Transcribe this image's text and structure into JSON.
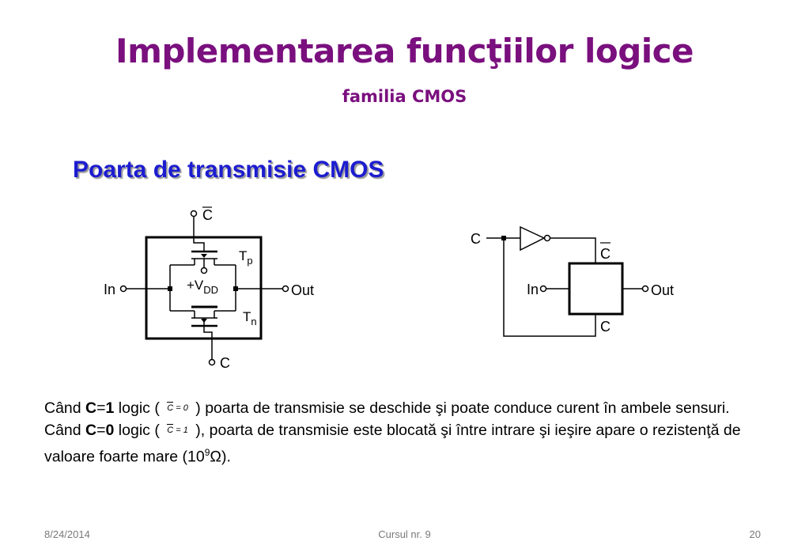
{
  "slide": {
    "title": "Implementarea funcţiilor logice",
    "subtitle": "familia CMOS",
    "section_heading": "Poarta de transmisie CMOS"
  },
  "diagram_left": {
    "control_top": "C",
    "control_bottom": "C",
    "input": "In",
    "output": "Out",
    "supply": "+V",
    "supply_sub": "DD",
    "tp": "T",
    "tp_sub": "p",
    "tn": "T",
    "tn_sub": "n"
  },
  "diagram_right": {
    "control": "C",
    "gate_top": "C",
    "gate_bottom": "C",
    "input": "In",
    "output": "Out"
  },
  "text": {
    "p1_a": "Când ",
    "p1_b": "C",
    "p1_c": "=",
    "p1_d": "1",
    "p1_e": " logic ( ",
    "p1_cond_var": "C",
    "p1_cond_val": " = 0",
    "p1_f": " ) poarta de transmisie se deschide şi poate conduce curent în ambele sensuri.",
    "p2_a": "Când ",
    "p2_b": "C",
    "p2_c": "=",
    "p2_d": "0",
    "p2_e": " logic ( ",
    "p2_cond_var": "C",
    "p2_cond_val": " = 1",
    "p2_f": " ), poarta de transmisie este blocată şi între intrare şi ieşire apare o rezistenţă de valoare foarte mare (10",
    "p2_sup": "9",
    "p2_unit": "Ω",
    "p2_g": ")."
  },
  "footer": {
    "date": "8/24/2014",
    "course": "Cursul nr. 9",
    "page": "20"
  }
}
